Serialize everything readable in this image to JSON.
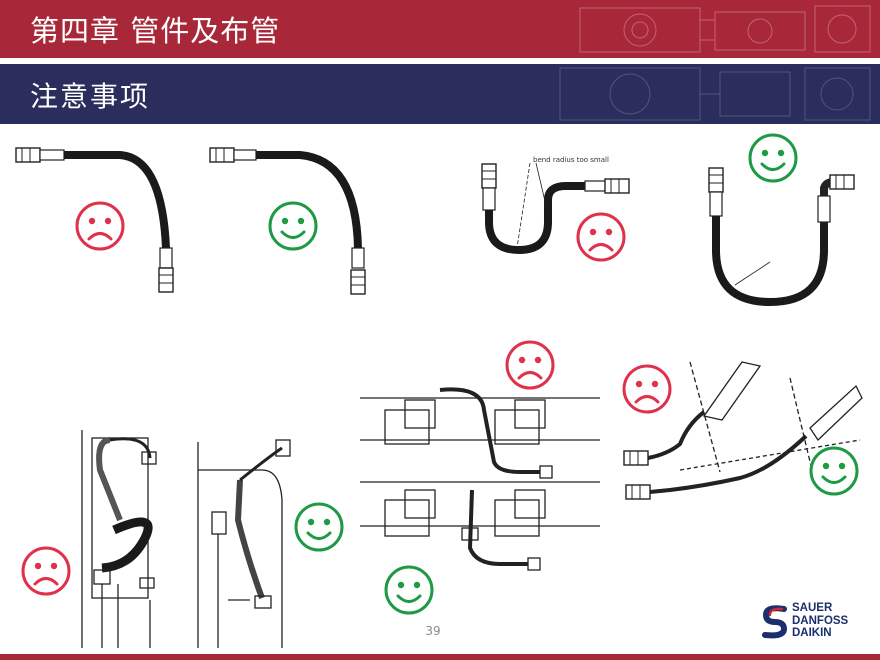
{
  "header": {
    "chapter_title": "第四章  管件及布管",
    "section_title": "注意事项"
  },
  "diagram": {
    "annotation": "bend radius too small"
  },
  "footer": {
    "page_number": "39",
    "logo_lines": [
      "SAUER",
      "DANFOSS",
      "DAIKIN"
    ]
  },
  "colors": {
    "header_red": "#a8283a",
    "header_navy": "#2b2e5c",
    "smiley_green": "#1e9a45",
    "frown_red": "#e0314b",
    "logo_blue": "#1b2f6e"
  },
  "icons": [
    "sad-face-icon",
    "happy-face-icon",
    "company-logo-icon"
  ]
}
